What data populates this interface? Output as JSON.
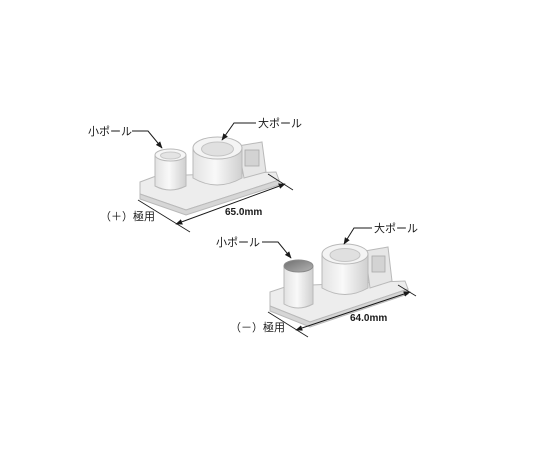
{
  "labels": {
    "small_pole": "小ポール",
    "large_pole": "大ポール",
    "positive_terminal": "（＋）極用",
    "negative_terminal": "（－）極用",
    "positive_length": "65.0mm",
    "negative_length": "64.0mm"
  },
  "colors": {
    "body": "#ededed",
    "body_shade": "#d9d9d9",
    "body_highlight": "#f8f8f8",
    "outline": "#b9b9b9",
    "post_dark": "#9e9e9e",
    "line": "#1a1a1a"
  }
}
